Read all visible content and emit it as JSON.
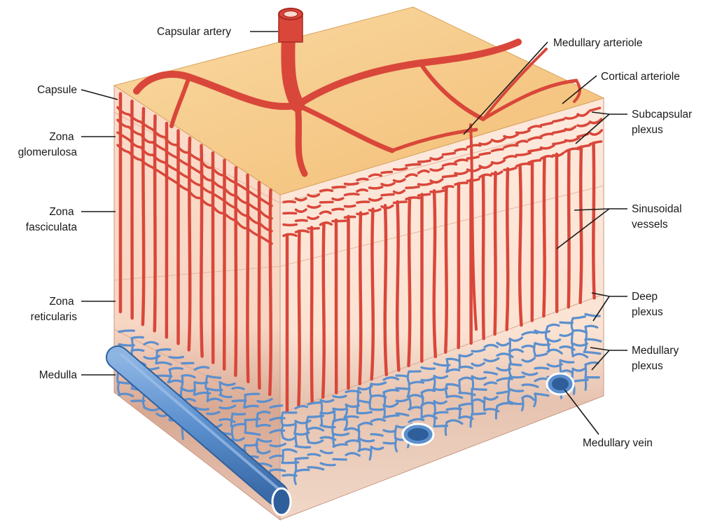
{
  "labels": {
    "capsular_artery": "Capsular artery",
    "medullary_arteriole": "Medullary arteriole",
    "cortical_arteriole": "Cortical arteriole",
    "capsule": "Capsule",
    "zona_glomerulosa": [
      "Zona",
      "glomerulosa"
    ],
    "zona_fasciculata": [
      "Zona",
      "fasciculata"
    ],
    "zona_reticularis": [
      "Zona",
      "reticularis"
    ],
    "medulla": "Medulla",
    "subcapsular_plexus": [
      "Subcapsular",
      "plexus"
    ],
    "sinusoidal_vessels": [
      "Sinusoidal",
      "vessels"
    ],
    "deep_plexus": [
      "Deep",
      "plexus"
    ],
    "medullary_plexus": [
      "Medullary",
      "plexus"
    ],
    "medullary_vein": "Medullary vein"
  },
  "colors": {
    "artery": "#d9473a",
    "artery_dark": "#a8281f",
    "vein": "#5b8fce",
    "vein_dark": "#2f5f9a",
    "cortex_top": "#f6c983",
    "cortex_side": "#fbe1d2",
    "medulla_side": "#c9a89a"
  }
}
